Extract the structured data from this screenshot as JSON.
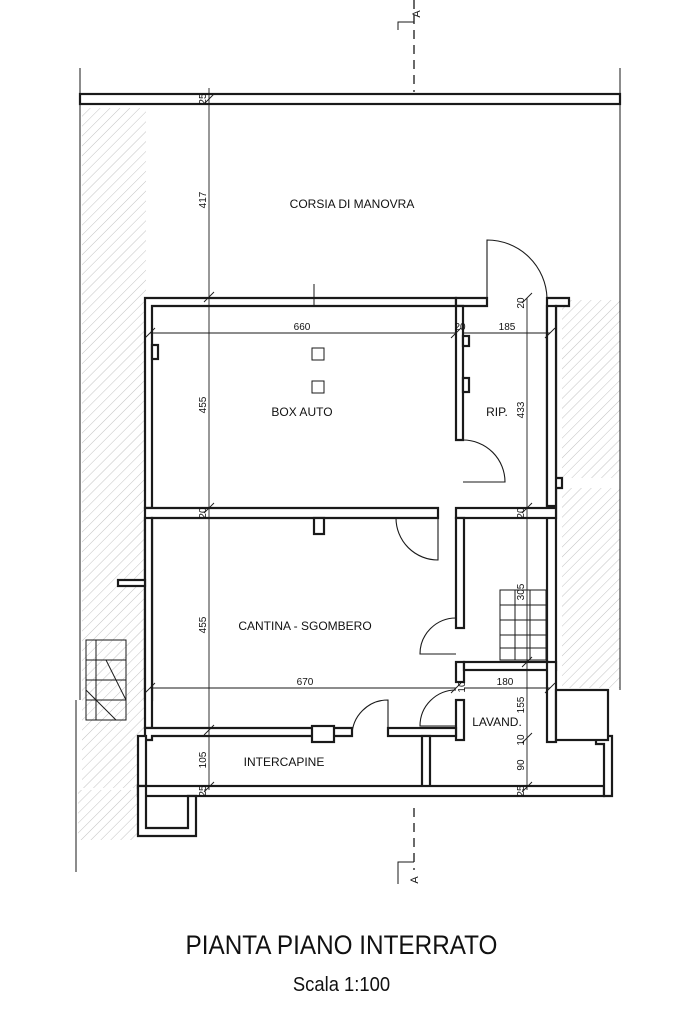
{
  "plan": {
    "title": "PIANTA PIANO INTERRATO",
    "scale": "Scala 1:100",
    "section_marker": "A",
    "rooms": {
      "corsia": "CORSIA DI MANOVRA",
      "box": "BOX AUTO",
      "rip": "RIP.",
      "cantina": "CANTINA - SGOMBERO",
      "lavand": "LAVAND.",
      "intercapine": "INTERCAPINE"
    },
    "dimensions": {
      "top_wall": "25",
      "corsia_depth": "417",
      "box_width": "660",
      "box_depth": "455",
      "mid_wall_a": "20",
      "rip_width": "185",
      "rip_wall_top": "20",
      "rip_depth": "433",
      "mid_wall_left": "20",
      "mid_wall_right": "20",
      "cantina_depth": "455",
      "stair_depth": "305",
      "cantina_width": "670",
      "lav_wall": "10",
      "lav_width": "180",
      "lav_depth": "155",
      "lav_wall_b": "10",
      "inter_depth": "105",
      "inter_right": "90",
      "bottom_wall_left": "25",
      "bottom_wall_right": "25"
    }
  }
}
